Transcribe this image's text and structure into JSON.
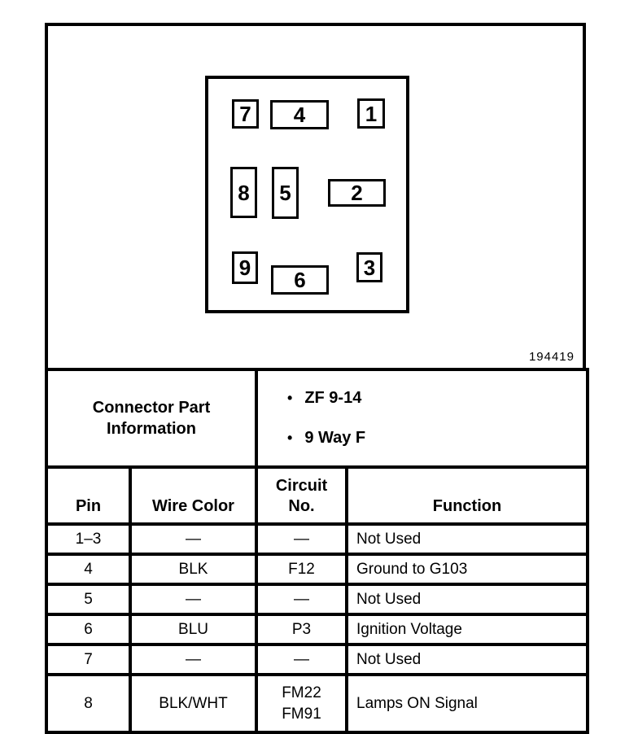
{
  "diagram": {
    "figure_number": "194419",
    "pin_labels": {
      "p1": "1",
      "p2": "2",
      "p3": "3",
      "p4": "4",
      "p5": "5",
      "p6": "6",
      "p7": "7",
      "p8": "8",
      "p9": "9"
    }
  },
  "part_info": {
    "label": "Connector Part\nInformation",
    "bullet_char": "•",
    "bullets": [
      "ZF 9-14",
      "9 Way F"
    ]
  },
  "pin_table": {
    "headers": [
      "Pin",
      "Wire Color",
      "Circuit\nNo.",
      "Function"
    ],
    "rows": [
      {
        "pin": "1–3",
        "wire_color": "—",
        "circuit_no": "—",
        "function": "Not Used"
      },
      {
        "pin": "4",
        "wire_color": "BLK",
        "circuit_no": "F12",
        "function": "Ground to G103"
      },
      {
        "pin": "5",
        "wire_color": "—",
        "circuit_no": "—",
        "function": "Not Used"
      },
      {
        "pin": "6",
        "wire_color": "BLU",
        "circuit_no": "P3",
        "function": "Ignition Voltage"
      },
      {
        "pin": "7",
        "wire_color": "—",
        "circuit_no": "—",
        "function": "Not Used"
      },
      {
        "pin": "8",
        "wire_color": "BLK/WHT",
        "circuit_no": "FM22\nFM91",
        "function": "Lamps ON Signal"
      }
    ]
  }
}
